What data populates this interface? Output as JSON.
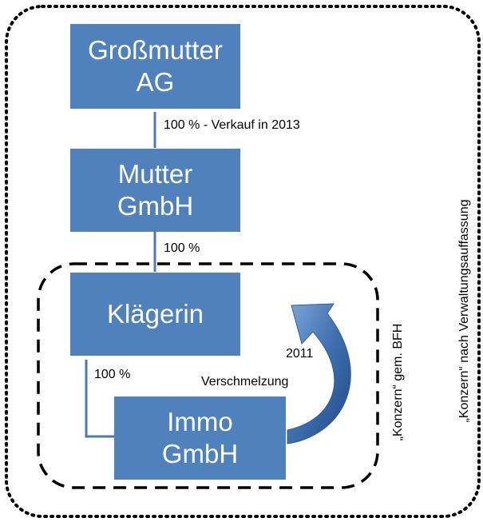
{
  "boxes": {
    "grossmutter": {
      "line1": "Großmutter",
      "line2": "AG"
    },
    "mutter": {
      "line1": "Mutter",
      "line2": "GmbH"
    },
    "klaegerin": {
      "line1": "Klägerin"
    },
    "immo": {
      "line1": "Immo",
      "line2": "GmbH"
    }
  },
  "edges": {
    "grossmutter_mutter": "100 % - Verkauf in 2013",
    "mutter_klaegerin": "100 %",
    "klaegerin_immo": "100 %"
  },
  "merger": {
    "year": "2011",
    "label": "Verschmelzung"
  },
  "groups": {
    "bfh": "„Konzern“ gem. BFH",
    "verwaltung": "„Konzern“ nach Verwaltungsauffassung"
  },
  "colors": {
    "box_fill": "#4f81bd",
    "arrow_fill": "#3e6fae",
    "line": "#4a7ab5",
    "text": "#000000"
  }
}
